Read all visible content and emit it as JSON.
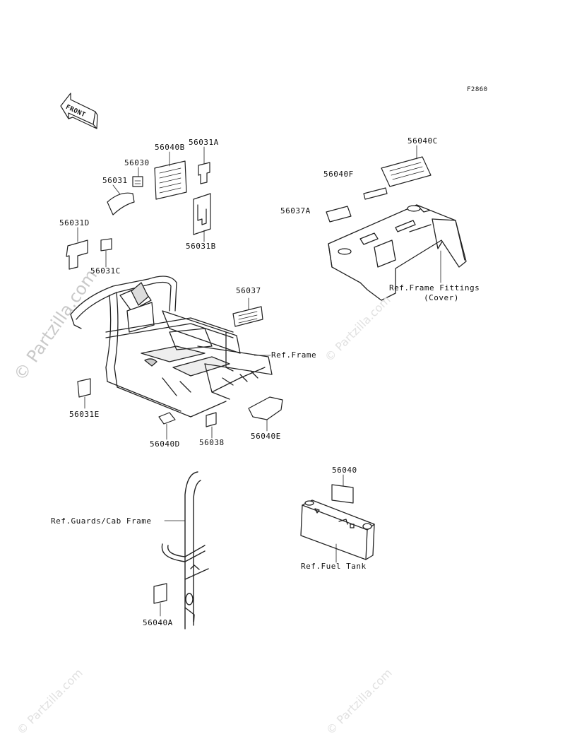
{
  "diagram_code": "F2860",
  "watermark_text": "© Partzilla.com",
  "front_arrow_text": "FRONT",
  "parts": {
    "p56040B": "56040B",
    "p56031A": "56031A",
    "p56030": "56030",
    "p56031": "56031",
    "p56031D": "56031D",
    "p56031C": "56031C",
    "p56031B": "56031B",
    "p56040C": "56040C",
    "p56040F": "56040F",
    "p56037A": "56037A",
    "p56037": "56037",
    "p56031E": "56031E",
    "p56040D": "56040D",
    "p56038": "56038",
    "p56040E": "56040E",
    "p56040": "56040",
    "p56040A": "56040A"
  },
  "references": {
    "frame_fittings": "Ref.Frame Fittings",
    "frame_fittings_sub": "(Cover)",
    "frame": "Ref.Frame",
    "guards": "Ref.Guards/Cab Frame",
    "fuel_tank": "Ref.Fuel Tank"
  }
}
